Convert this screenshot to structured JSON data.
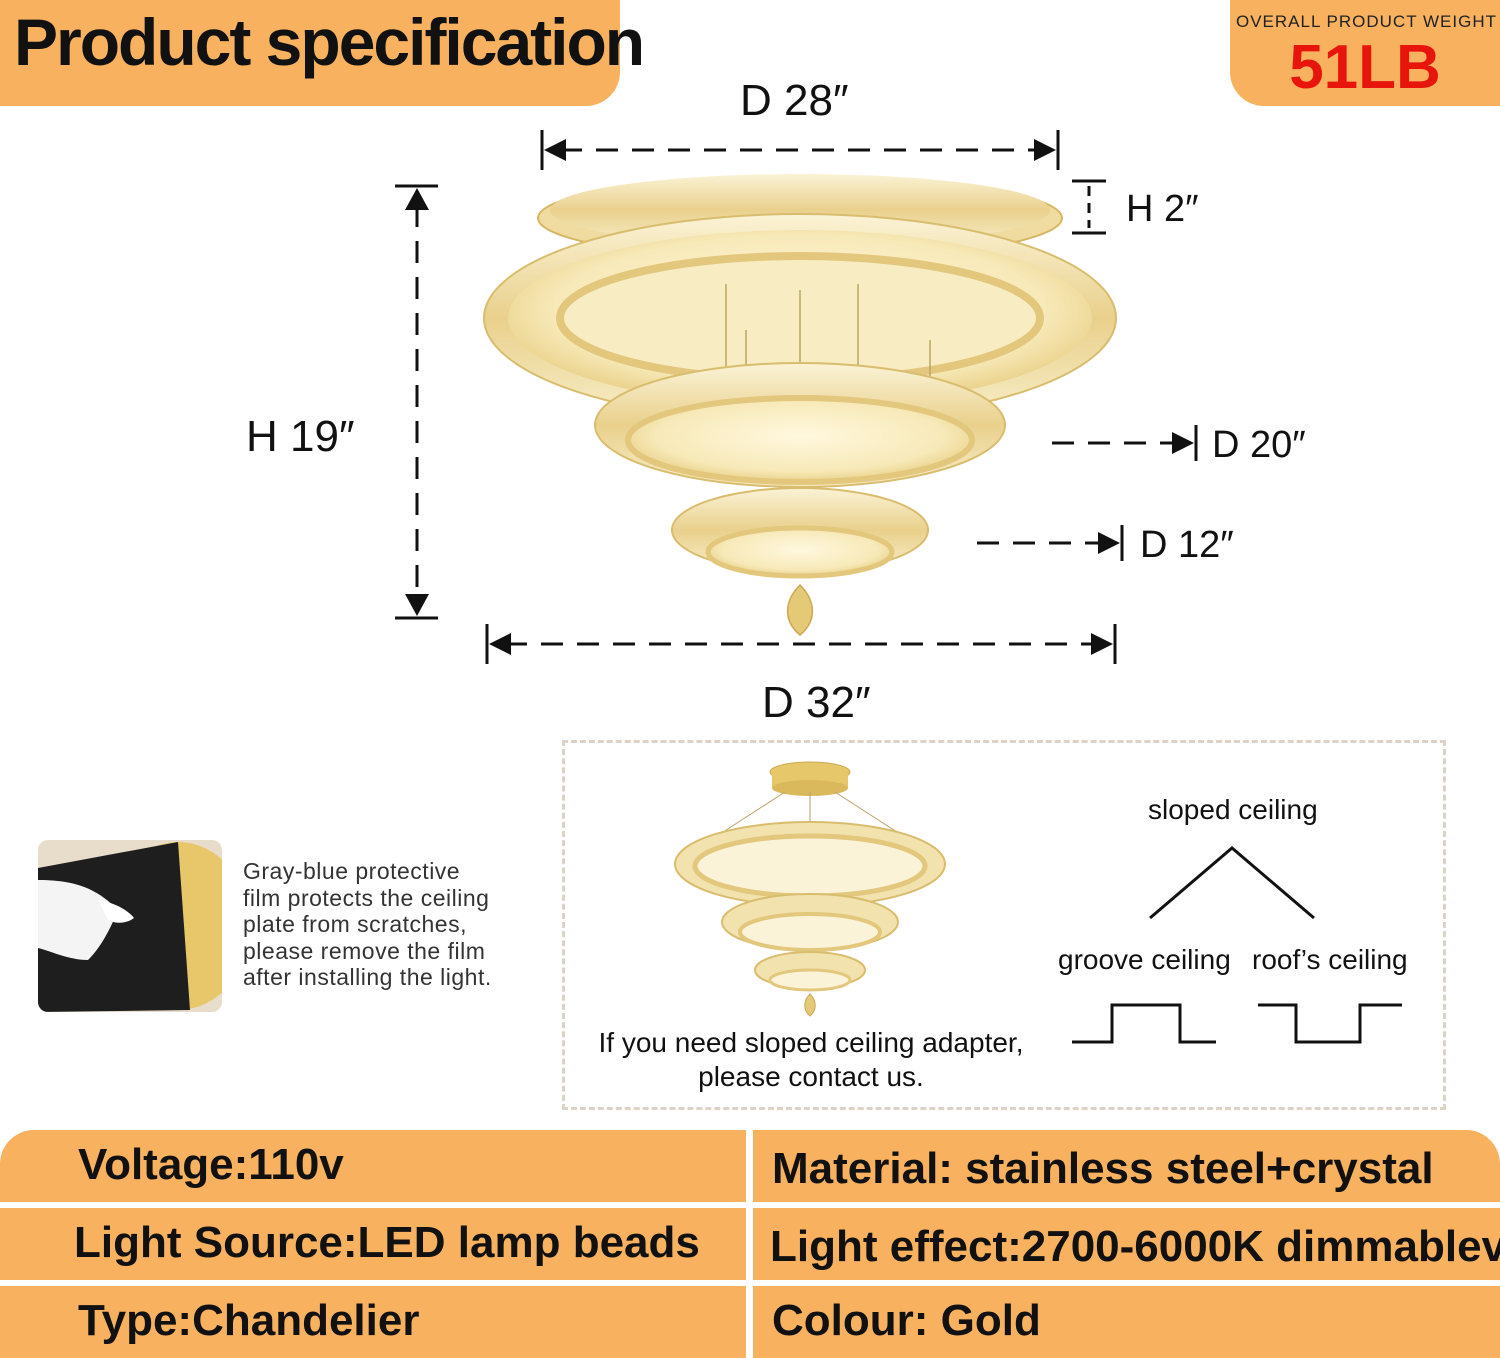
{
  "header": {
    "title": "Product specification",
    "weight_label": "OVERALL PRODUCT WEIGHT",
    "weight_value": "51LB"
  },
  "dimensions": {
    "top_diameter": "D 28″",
    "canopy_height": "H 2″",
    "total_height": "H 19″",
    "middle_diameter": "D 20″",
    "small_diameter": "D 12″",
    "bottom_diameter": "D 32″"
  },
  "film_note": {
    "lines": [
      "Gray-blue protective",
      "film protects the ceiling",
      "plate from scratches,",
      "please remove the film",
      "after installing the light."
    ]
  },
  "adapter": {
    "sloped_label": "sloped ceiling",
    "groove_label": "groove ceiling",
    "roof_label": "roof’s ceiling",
    "note_line1": "If you need sloped ceiling adapter,",
    "note_line2": "please contact us."
  },
  "specs": {
    "voltage": "Voltage:110v",
    "material": "Material: stainless steel+crystal",
    "light_source": "Light Source:LED lamp beads",
    "light_effect": "Light effect:2700-6000K dimmablev",
    "type": "Type:Chandelier",
    "colour": "Colour: Gold"
  },
  "colors": {
    "accent_orange": "#f7b15f",
    "weight_red": "#e8150d",
    "gold": "#e6c76a"
  }
}
